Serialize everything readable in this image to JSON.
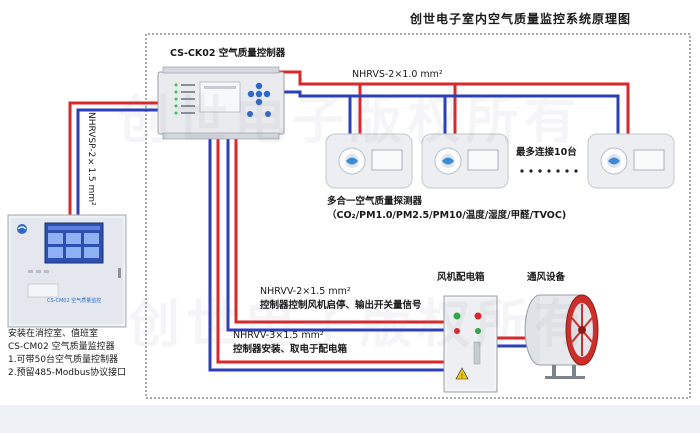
{
  "diagram": {
    "title": "创世电子室内空气质量监控系统原理图",
    "watermark_lines": [
      "创世电子版权所有",
      "创世电子版权所有"
    ],
    "controller": {
      "label": "CS-CK02 空气质量控制器"
    },
    "bus_label": "NHRVS-2×1.0 mm²",
    "rs485_label": "NHRVSP-2×1.5 mm²",
    "sensor_cluster": {
      "more_label": "最多连接10台",
      "desc_line1": "多合一空气质量探测器",
      "desc_line2": "（CO₂/PM1.0/PM2.5/PM10/温度/湿度/甲醛/TVOC)"
    },
    "fan_box_label": "风机配电箱",
    "fan_label": "通风设备",
    "wire_signal": {
      "line1": "NHRVV-2×1.5 mm²",
      "line2": "控制器控制风机启停、输出开关量信号"
    },
    "wire_power": {
      "line1": "NHRVV-3×1.5 mm²",
      "line2": "控制器安装、取电于配电箱"
    },
    "host": {
      "screen_caption": "CS-CM02 空气质量监控",
      "notes": [
        "安装在消控室、值班室",
        "CS-CM02 空气质量监控器",
        "1.可带50台空气质量控制器",
        "2.预留485-Modbus协议接口"
      ]
    },
    "colors": {
      "red_wire": "#d8282a",
      "blue_wire": "#2b3fb8",
      "frame": "#3d3d3d",
      "device_body": "#eceef2",
      "screen": "#2c4fb0"
    }
  }
}
